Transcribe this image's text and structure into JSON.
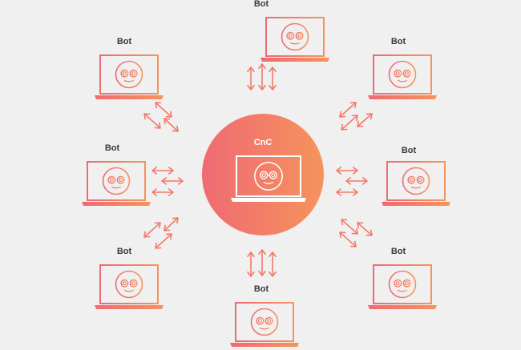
{
  "colors": {
    "background": "#f0f0f0",
    "accent_pink": "#ef6a73",
    "accent_orange": "#f6935c",
    "arrow": "#f07a6a",
    "label": "#3a3a3a",
    "cnc_label": "#ffffff"
  },
  "center": {
    "label": "CnC",
    "icon": "robot-face-icon"
  },
  "bots": [
    {
      "id": "top",
      "label": "Bot"
    },
    {
      "id": "top-left",
      "label": "Bot"
    },
    {
      "id": "top-right",
      "label": "Bot"
    },
    {
      "id": "left",
      "label": "Bot"
    },
    {
      "id": "right",
      "label": "Bot"
    },
    {
      "id": "bottom-left",
      "label": "Bot"
    },
    {
      "id": "bottom-right",
      "label": "Bot"
    },
    {
      "id": "bottom",
      "label": "Bot"
    }
  ],
  "connection_icon": "double-arrow-icon"
}
